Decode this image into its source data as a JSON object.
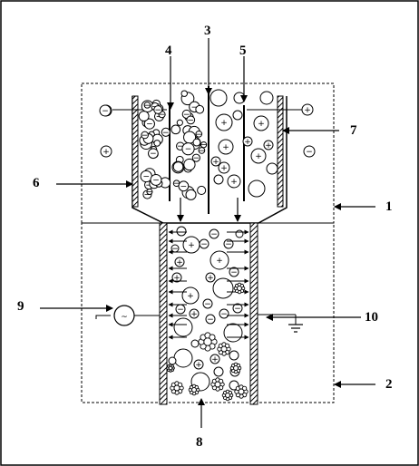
{
  "labels": {
    "l1": "1",
    "l2": "2",
    "l3": "3",
    "l4": "4",
    "l5": "5",
    "l6": "6",
    "l7": "7",
    "l8": "8",
    "l9": "9",
    "l10": "10"
  },
  "symbols": {
    "plus": "+",
    "minus": "−",
    "ac": "~"
  },
  "colors": {
    "ink": "#000000",
    "background": "#ffffff"
  }
}
